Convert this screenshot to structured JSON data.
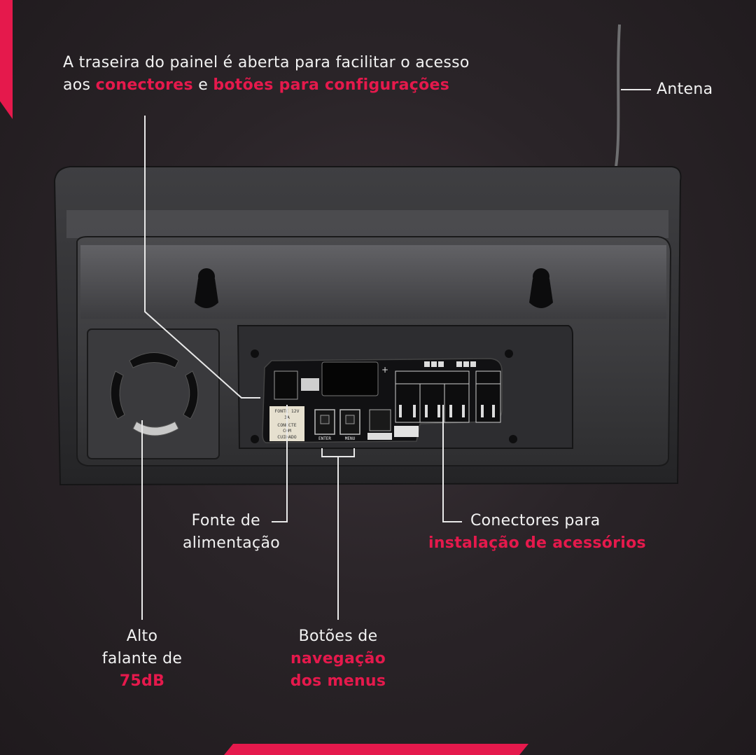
{
  "brand": {
    "accent": "#e5194c",
    "background": "#28222a"
  },
  "intro": {
    "line1": "A traseira do painel é aberta para facilitar o acesso",
    "line2_prefix": "aos",
    "line2_hl1": "conectores",
    "line2_mid": "e",
    "line2_hl2": "botões para configurações"
  },
  "antenna": {
    "label": "Antena"
  },
  "power": {
    "line1": "Fonte de",
    "line2": "alimentação"
  },
  "connectors": {
    "line1": "Conectores para",
    "line2_hl": "instalação de acessórios"
  },
  "speaker": {
    "line1": "Alto",
    "line2": "falante de",
    "line3_hl": "75dB"
  },
  "nav_buttons": {
    "line1": "Botões de",
    "line2_hl": "navegação",
    "line3_hl": "dos menus"
  },
  "board": {
    "power_text": [
      "FONTE 12V",
      "3A",
      "CONECTE",
      "COM",
      "CUIDADO"
    ],
    "button_labels": [
      "ENTER",
      "MENU"
    ]
  }
}
